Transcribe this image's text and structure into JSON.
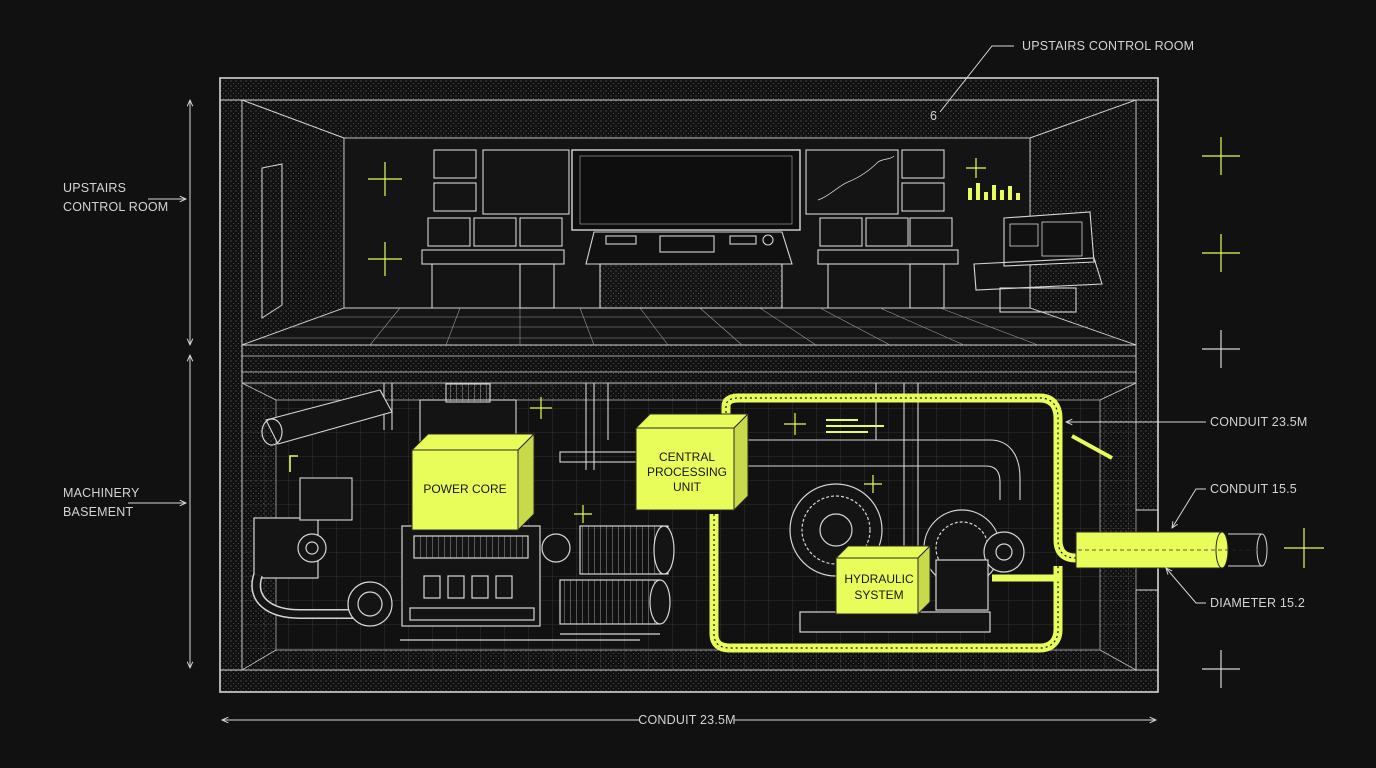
{
  "labels": {
    "callout_top": "UPSTAIRS CONTROL ROOM",
    "left_upper_line1": "UPSTAIRS",
    "left_upper_line2": "CONTROL ROOM",
    "left_lower_line1": "MACHINERY",
    "left_lower_line2": "BASEMENT",
    "right_conduit": "CONDUIT 23.5M",
    "right_conduit_small": "CONDUIT 15.5",
    "right_diameter": "DIAMETER 15.2",
    "bottom_dimension": "CONDUIT 23.5M",
    "callout_marker": "6"
  },
  "boxes": {
    "power_core": "POWER CORE",
    "cpu_line1": "CENTRAL",
    "cpu_line2": "PROCESSING",
    "cpu_line3": "UNIT",
    "hydraulic_line1": "HYDRAULIC",
    "hydraulic_line2": "SYSTEM"
  },
  "colors": {
    "background": "#111111",
    "line": "#d6d6d6",
    "accent": "#e8fc5a"
  }
}
